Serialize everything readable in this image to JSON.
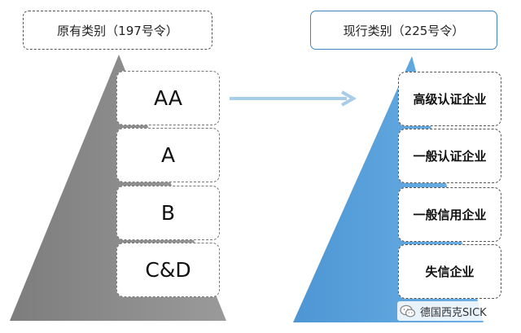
{
  "left_panel": {
    "title": "原有类别（197号令）",
    "tiers": [
      "AA",
      "A",
      "B",
      "C&D"
    ]
  },
  "right_panel": {
    "title": "现行类别（225号令）",
    "tiers": [
      "高级认证企业",
      "一般认证企业",
      "一般信用企业",
      "失信企业"
    ]
  },
  "watermark": {
    "text": "德国西克SICK",
    "icon": "wechat-icon"
  },
  "colors": {
    "left_pyramid": "#898989",
    "right_pyramid": "#5ba3dc",
    "arrow": "#a8cde8",
    "right_title_border": "#3d86c4"
  }
}
